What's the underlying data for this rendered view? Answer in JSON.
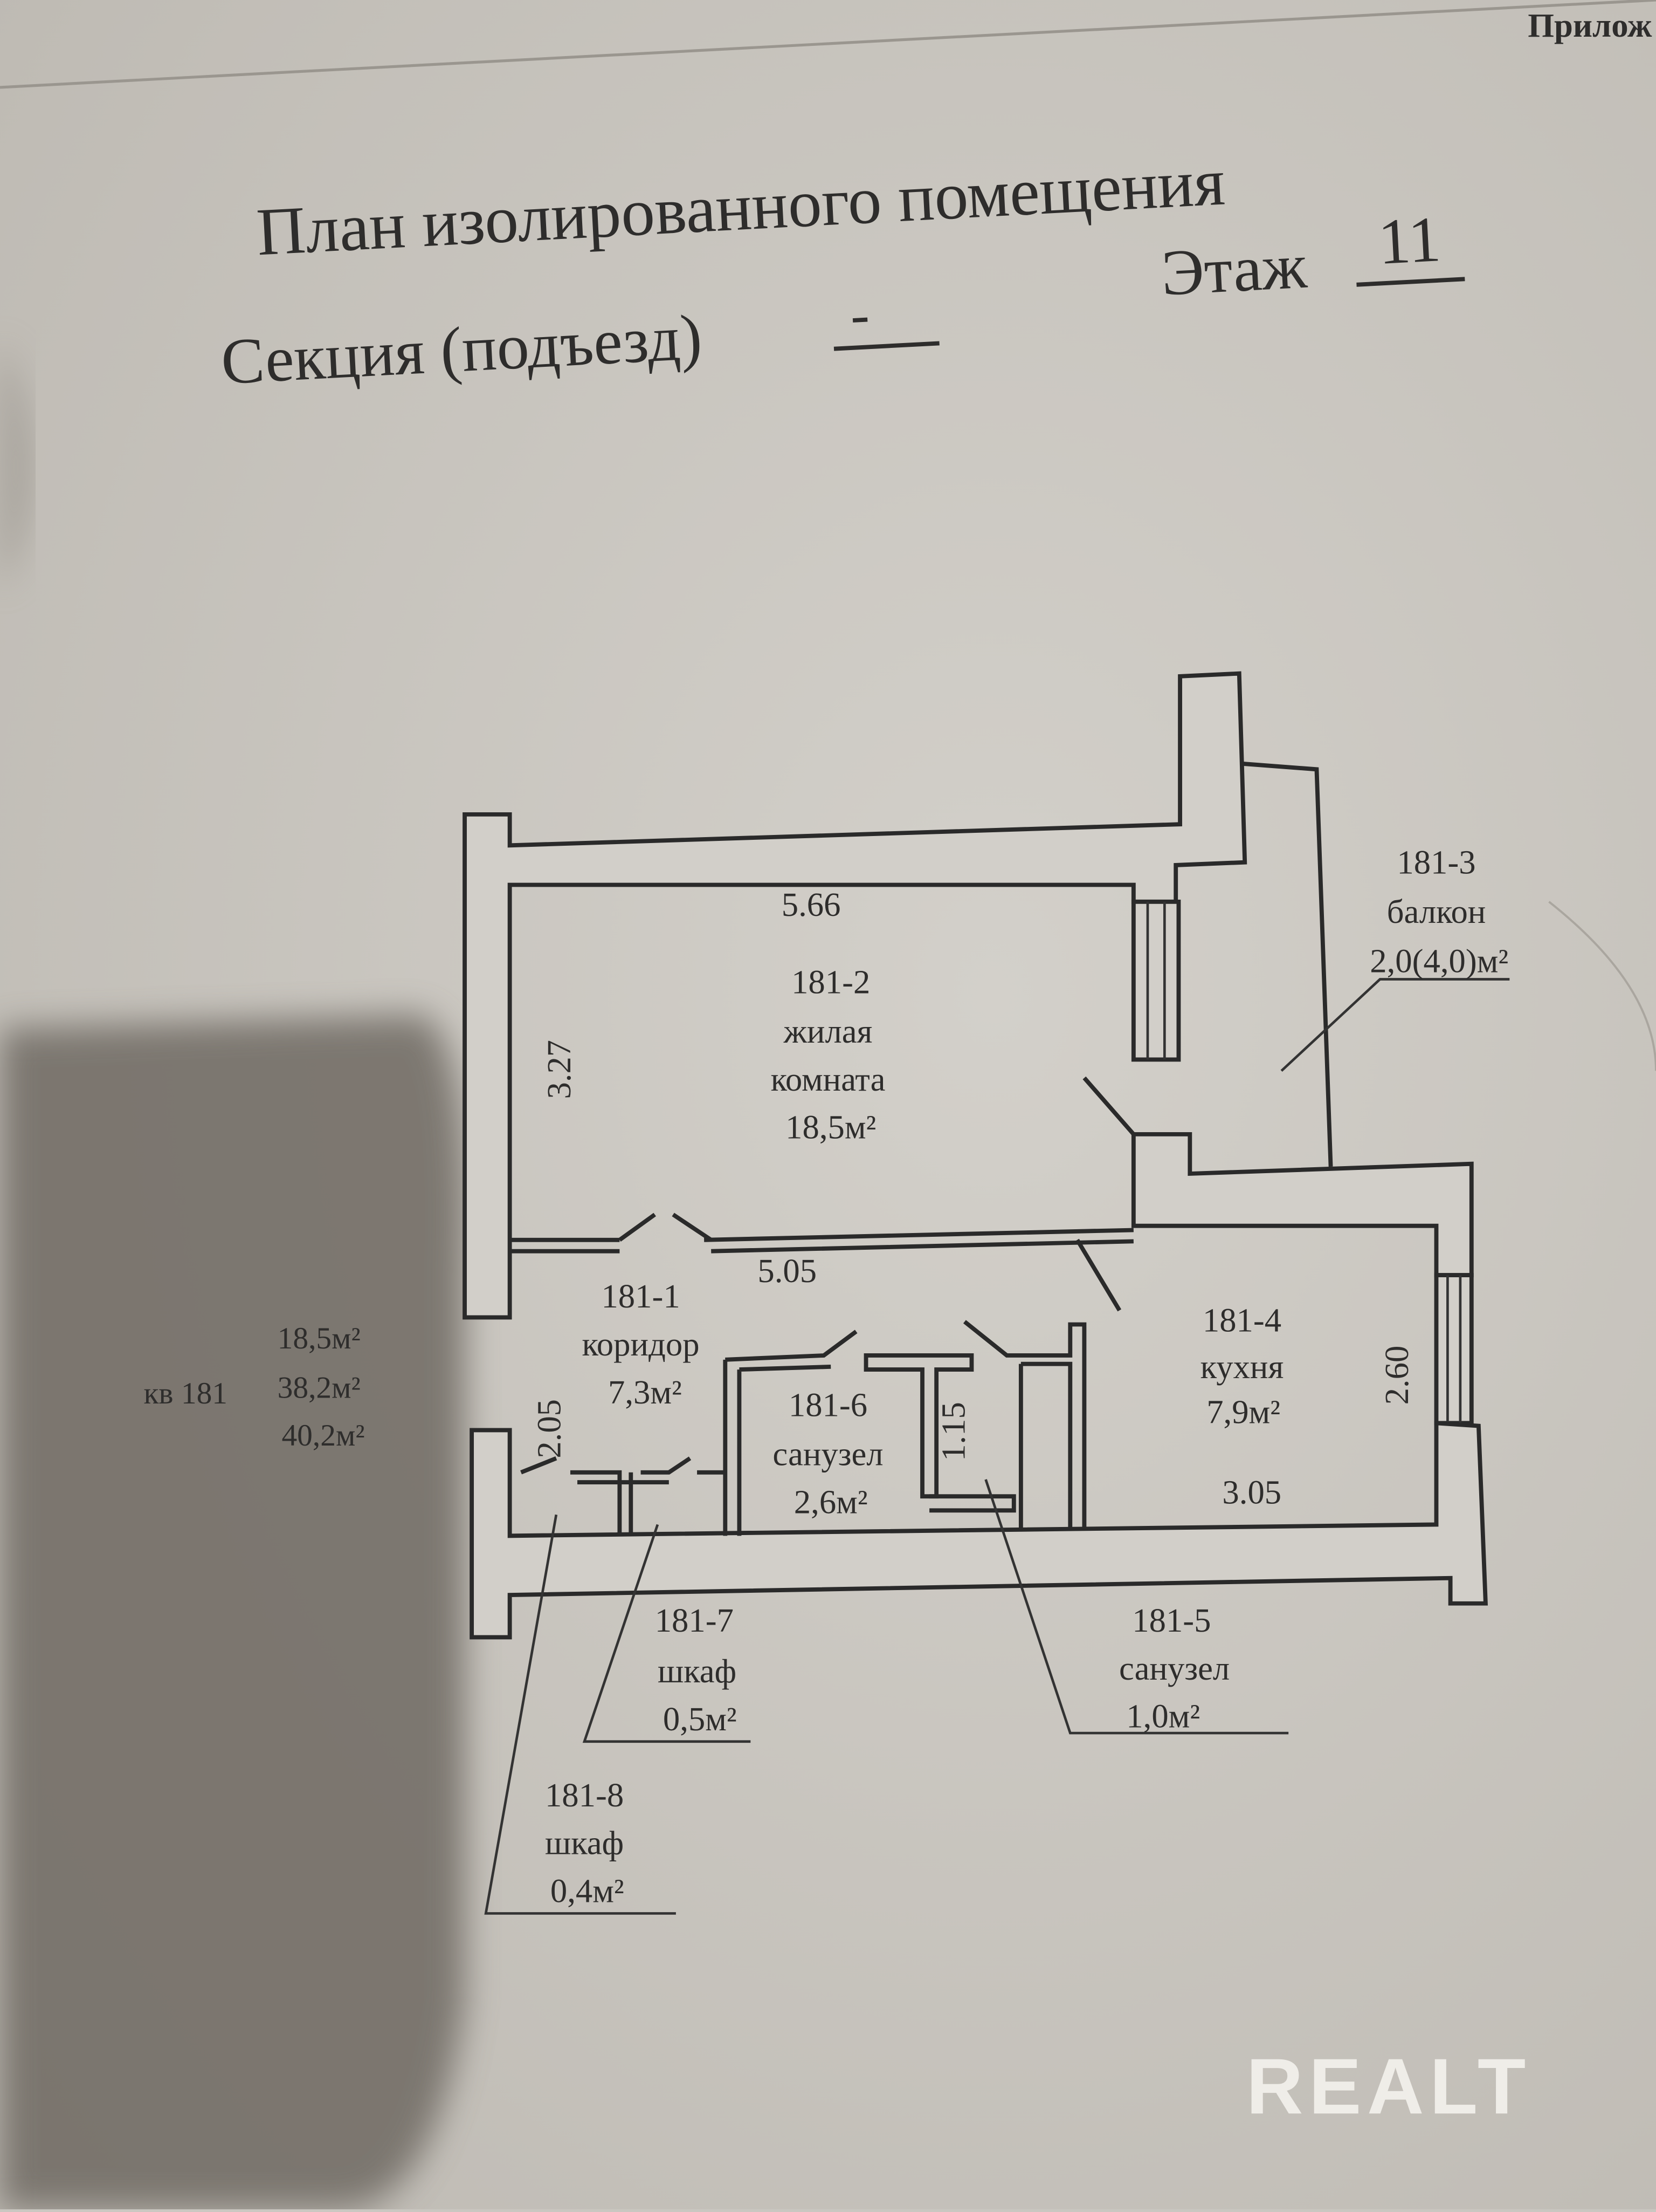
{
  "header": {
    "corner_text": "Прилож",
    "title": "План изолированного помещения",
    "section_label": "Секция (подъезд)",
    "section_value": "-",
    "floor_label": "Этаж",
    "floor_value": "11"
  },
  "apartment": {
    "label": "кв 181",
    "living_area": "18,5м²",
    "total_area": "38,2м²",
    "total_with_balcony": "40,2м²"
  },
  "rooms": [
    {
      "id": "181-1",
      "name": "коридор",
      "area": "7,3м²"
    },
    {
      "id": "181-2",
      "name_line1": "жилая",
      "name_line2": "комната",
      "area": "18,5м²"
    },
    {
      "id": "181-3",
      "name": "балкон",
      "area": "2,0(4,0)м²"
    },
    {
      "id": "181-4",
      "name": "кухня",
      "area": "7,9м²"
    },
    {
      "id": "181-5",
      "name": "санузел",
      "area": "1,0м²"
    },
    {
      "id": "181-6",
      "name": "санузел",
      "area": "2,6м²"
    },
    {
      "id": "181-7",
      "name": "шкаф",
      "area": "0,5м²"
    },
    {
      "id": "181-8",
      "name": "шкаф",
      "area": "0,4м²"
    }
  ],
  "dimensions": {
    "room_width": "5.66",
    "room_depth": "3.27",
    "corridor_width": "5.05",
    "corridor_depth": "2.05",
    "bath_depth": "1.15",
    "kitchen_depth": "2.60",
    "kitchen_width": "3.05"
  },
  "watermark": "REALT"
}
